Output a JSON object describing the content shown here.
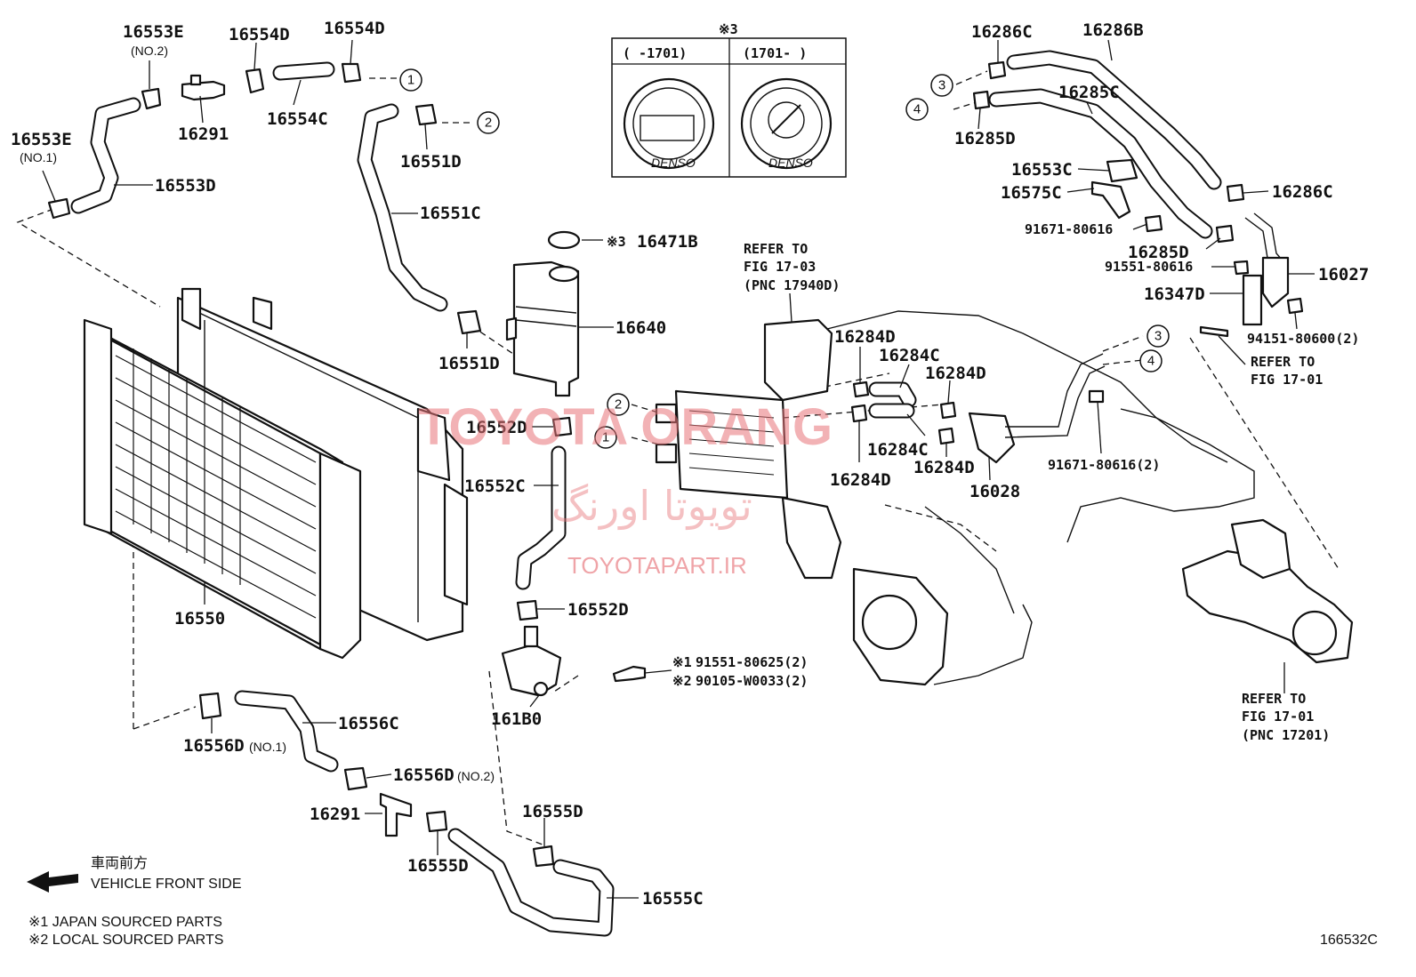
{
  "diagram_id": "166532C",
  "cap_note": {
    "mark": "※3",
    "left_period": "( -1701)",
    "right_period": "(1701- )",
    "cap_brand": "DENSO"
  },
  "labels": {
    "p16553E_no2": "16553E",
    "p16553E_no2_sub": "(NO.2)",
    "p16554D_a": "16554D",
    "p16554D_b": "16554D",
    "p16291_top": "16291",
    "p16554C": "16554C",
    "p16551D_top": "16551D",
    "p16553E_no1": "16553E",
    "p16553E_no1_sub": "(NO.1)",
    "p16553D": "16553D",
    "p16551C": "16551C",
    "p16471B": "16471B",
    "p16471B_mark": "※3",
    "p16640": "16640",
    "p16551D_mid": "16551D",
    "p16552D_top": "16552D",
    "p16552C": "16552C",
    "p16552D_bot": "16552D",
    "p16550": "16550",
    "p161B0": "161B0",
    "bolt1_mark": "※1",
    "bolt1": "91551-80625(2)",
    "bolt2_mark": "※2",
    "bolt2": "90105-W0033(2)",
    "p16556C": "16556C",
    "p16556D_no1": "16556D",
    "p16556D_no1_sub": "(NO.1)",
    "p16556D_no2": "16556D",
    "p16556D_no2_sub": "(NO.2)",
    "p16291_bot": "16291",
    "p16555D_a": "16555D",
    "p16555D_b": "16555D",
    "p16555C": "16555C",
    "refer_a_1": "REFER TO",
    "refer_a_2": "FIG 17-03",
    "refer_a_3": "(PNC 17940D)",
    "p16284D_a": "16284D",
    "p16284C_a": "16284C",
    "p16284D_b": "16284D",
    "p16284C_b": "16284C",
    "p16284D_c": "16284D",
    "p16284D_d": "16284D",
    "p16028": "16028",
    "p91671_b": "91671-80616(2)",
    "p16286C_a": "16286C",
    "p16286B": "16286B",
    "p16285C": "16285C",
    "p16285D_a": "16285D",
    "p16553C": "16553C",
    "p16575C": "16575C",
    "p16286C_b": "16286C",
    "p91671_a": "91671-80616",
    "p16285D_b": "16285D",
    "p91551": "91551-80616",
    "p16027": "16027",
    "p16347D": "16347D",
    "p94151": "94151-80600(2)",
    "refer_b_1": "REFER TO",
    "refer_b_2": "FIG 17-01",
    "refer_c_1": "REFER TO",
    "refer_c_2": "FIG 17-01",
    "refer_c_3": "(PNC 17201)"
  },
  "callouts": [
    "1",
    "2",
    "3",
    "4"
  ],
  "legend": {
    "front_jp": "車両前方",
    "front_en": "VEHICLE FRONT SIDE",
    "note1": "※1 JAPAN SOURCED PARTS",
    "note2": "※2 LOCAL SOURCED PARTS"
  },
  "watermark": {
    "main": "TOYOTA ORANG",
    "fa": "تویوتا اورنگ",
    "url": "TOYOTAPART.IR"
  },
  "colors": {
    "line": "#111111",
    "watermark": "#e8757a",
    "background": "#ffffff"
  }
}
